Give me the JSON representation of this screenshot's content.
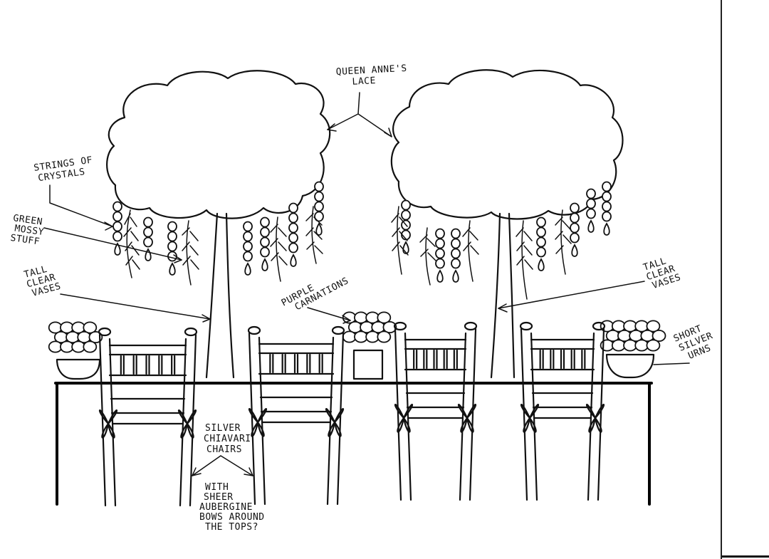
{
  "labels": {
    "queen_annes_lace": [
      "QUEEN ANNE'S",
      "LACE"
    ],
    "strings_of_crystals": [
      "STRINGS OF",
      "CRYSTALS"
    ],
    "green_mossy_stuff": [
      "GREEN",
      "MOSSY",
      "STUFF"
    ],
    "tall_clear_vases_left": [
      "TALL",
      "CLEAR",
      "VASES"
    ],
    "tall_clear_vases_right": [
      "TALL",
      "CLEAR",
      "VASES"
    ],
    "purple_carnations": [
      "PURPLE",
      "CARNATIONS"
    ],
    "short_silver_urns": [
      "SHORT",
      "SILVER",
      "URNS"
    ],
    "silver_chiavari_chairs": [
      "SILVER",
      "CHIAVARI",
      "CHAIRS"
    ],
    "with_sheer_bows": [
      "WITH",
      "SHEER",
      "AUBERGINE",
      "BOWS AROUND",
      "THE TOPS?"
    ]
  },
  "colors": {
    "ink": "#111111",
    "paper": "#ffffff"
  }
}
